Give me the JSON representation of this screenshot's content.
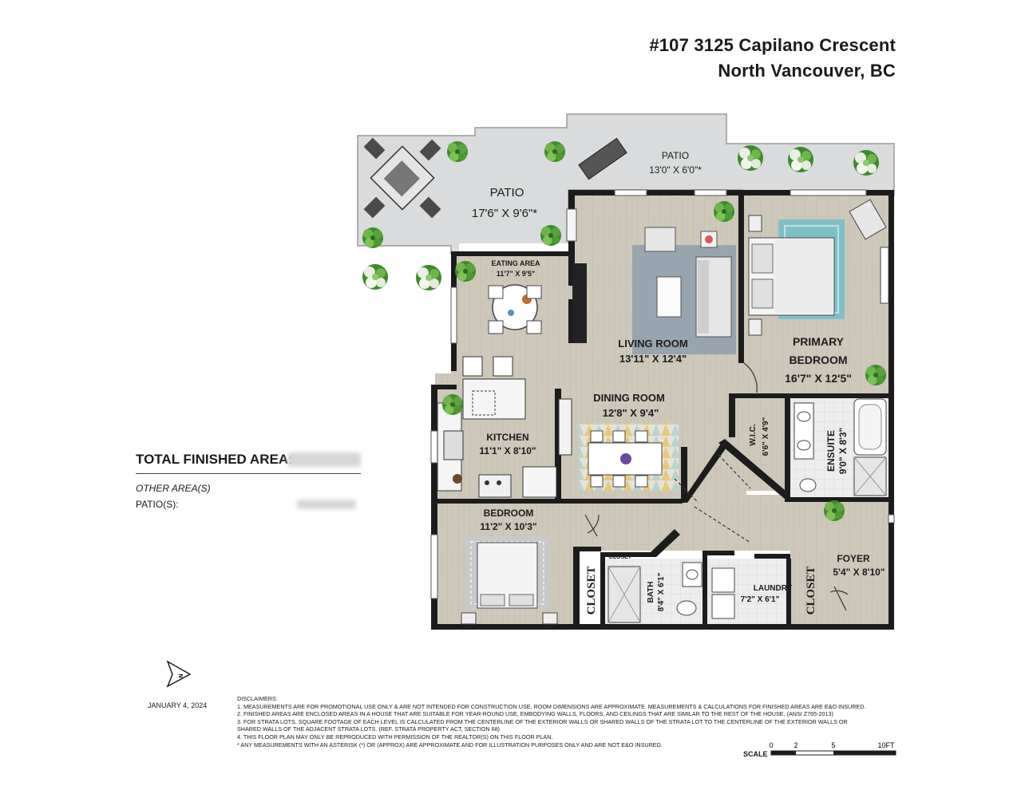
{
  "address": {
    "line1": "#107 3125 Capilano Crescent",
    "line2": "North Vancouver, BC"
  },
  "rooms": {
    "patio_left": {
      "name": "PATIO",
      "dims": "17'6\" X 9'6\"*"
    },
    "patio_top": {
      "name": "PATIO",
      "dims": "13'0\" X 6'0\"*"
    },
    "eating_area": {
      "name": "EATING AREA",
      "dims": "11'7\" X 9'5\""
    },
    "living_room": {
      "name": "LIVING ROOM",
      "dims": "13'11\" X 12'4\""
    },
    "primary_bedroom": {
      "name1": "PRIMARY",
      "name2": "BEDROOM",
      "dims": "16'7\" X 12'5\""
    },
    "dining_room": {
      "name": "DINING ROOM",
      "dims": "12'8\" X 9'4\""
    },
    "kitchen": {
      "name": "KITCHEN",
      "dims": "11'1\" X 8'10\""
    },
    "wic": {
      "name": "W.I.C.",
      "dims": "6'6\" X 4'9\""
    },
    "ensuite": {
      "name": "ENSUITE",
      "dims": "9'0\" X 8'3\""
    },
    "bedroom": {
      "name": "BEDROOM",
      "dims": "11'2\" X 10'3\""
    },
    "closet_small": {
      "name": "CLOSET"
    },
    "closet_bed": {
      "name": "CLOSET"
    },
    "closet_foyer": {
      "name": "CLOSET"
    },
    "bath": {
      "name": "BATH",
      "dims": "8'4\" X 6'1\""
    },
    "laundry": {
      "name": "LAUNDRY",
      "dims": "7'2\" X 6'1\""
    },
    "foyer": {
      "name": "FOYER",
      "dims": "5'4\" X 8'10\""
    }
  },
  "area": {
    "total_label": "TOTAL FINISHED AREA:",
    "other_label": "OTHER AREA(S)",
    "patios_label": "PATIO(S):"
  },
  "north_label": "N",
  "date": "JANUARY 4, 2024",
  "disclaimers": {
    "heading": "DISCLAIMERS:",
    "items": [
      "1. MEASUREMENTS ARE FOR PROMOTIONAL USE ONLY & ARE NOT INTENDED FOR CONSTRUCTION USE. ROOM DIMENSIONS ARE APPROXIMATE. MEASUREMENTS & CALCULATIONS FOR FINISHED AREAS ARE E&O INSURED.",
      "2. FINISHED AREAS ARE ENCLOSED AREAS IN A HOUSE THAT ARE SUITABLE FOR YEAR-ROUND USE, EMBODYING WALLS, FLOORS, AND CEILINGS THAT ARE SIMILAR TO THE REST OF THE HOUSE. (ANSI Z765-2013)",
      "3. FOR STRATA LOTS, SQUARE FOOTAGE OF EACH LEVEL IS CALCULATED FROM THE CENTERLINE OF THE EXTERIOR WALLS OR SHARED WALLS OF THE STRATA LOT TO THE CENTERLINE OF THE EXTERIOR WALLS OR",
      "SHARED WALLS OF THE ADJACENT STRATA LOTS. (REF. STRATA PROPERTY ACT, SECTION 68)",
      "4. THIS FLOOR PLAN MAY ONLY BE REPRODUCED WITH PERMISSION OF THE REALTOR(S) ON THIS FLOOR PLAN.",
      "* ANY MEASUREMENTS WITH AN ASTERISK (*) OR (APPROX) ARE APPROXIMATE AND FOR ILLUSTRATION PURPOSES ONLY AND ARE NOT E&O INSURED."
    ]
  },
  "scale": {
    "label": "SCALE",
    "ticks": [
      "0",
      "2",
      "5",
      "10FT"
    ]
  },
  "colors": {
    "wall": "#1c1c1c",
    "floor_wood": "#cbc6b8",
    "patio": "#d9dbdc",
    "tile": "#e9e9e9",
    "rug": "#97a3ad",
    "plant": "#3f8a2e",
    "bed_rug": "#7fbfc7"
  }
}
